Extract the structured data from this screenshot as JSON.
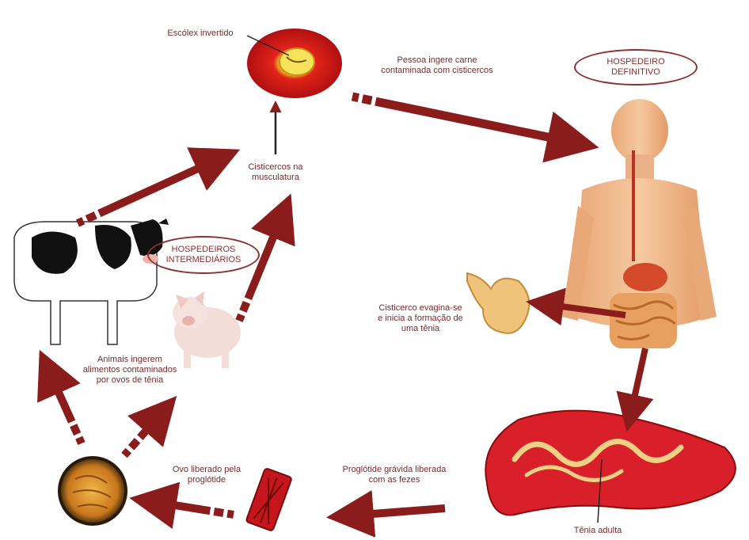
{
  "labels": {
    "scolex": "Escólex invertido",
    "person_eats": "Pessoa ingere carne contaminada com cisticercos",
    "definitive_host": "HOSPEDEIRO DEFINITIVO",
    "cysticerci_muscle": "Cisticercos na musculatura",
    "intermediate_hosts": "HOSPEDEIROS INTERMEDIÁRIOS",
    "cysticercus_evaginates": "Cisticerco evagina-se e inicia a formação de uma tênia",
    "animals_ingest": "Animais ingerem alimentos contaminados por ovos de tênia",
    "egg_released": "Ovo liberado pela proglótide",
    "gravid_proglottid": "Proglótide grávida liberada com as fezes",
    "adult_tapeworm": "Tênia adulta"
  },
  "icons": [
    "cysticercus-icon",
    "human-body-icon",
    "stomach-icon",
    "cow-icon",
    "pig-icon",
    "egg-icon",
    "proglottid-icon",
    "intestine-icon"
  ],
  "colors": {
    "arrow": "#8b1c1c",
    "text": "#7a2a2a",
    "cyst": "#e2231a"
  }
}
